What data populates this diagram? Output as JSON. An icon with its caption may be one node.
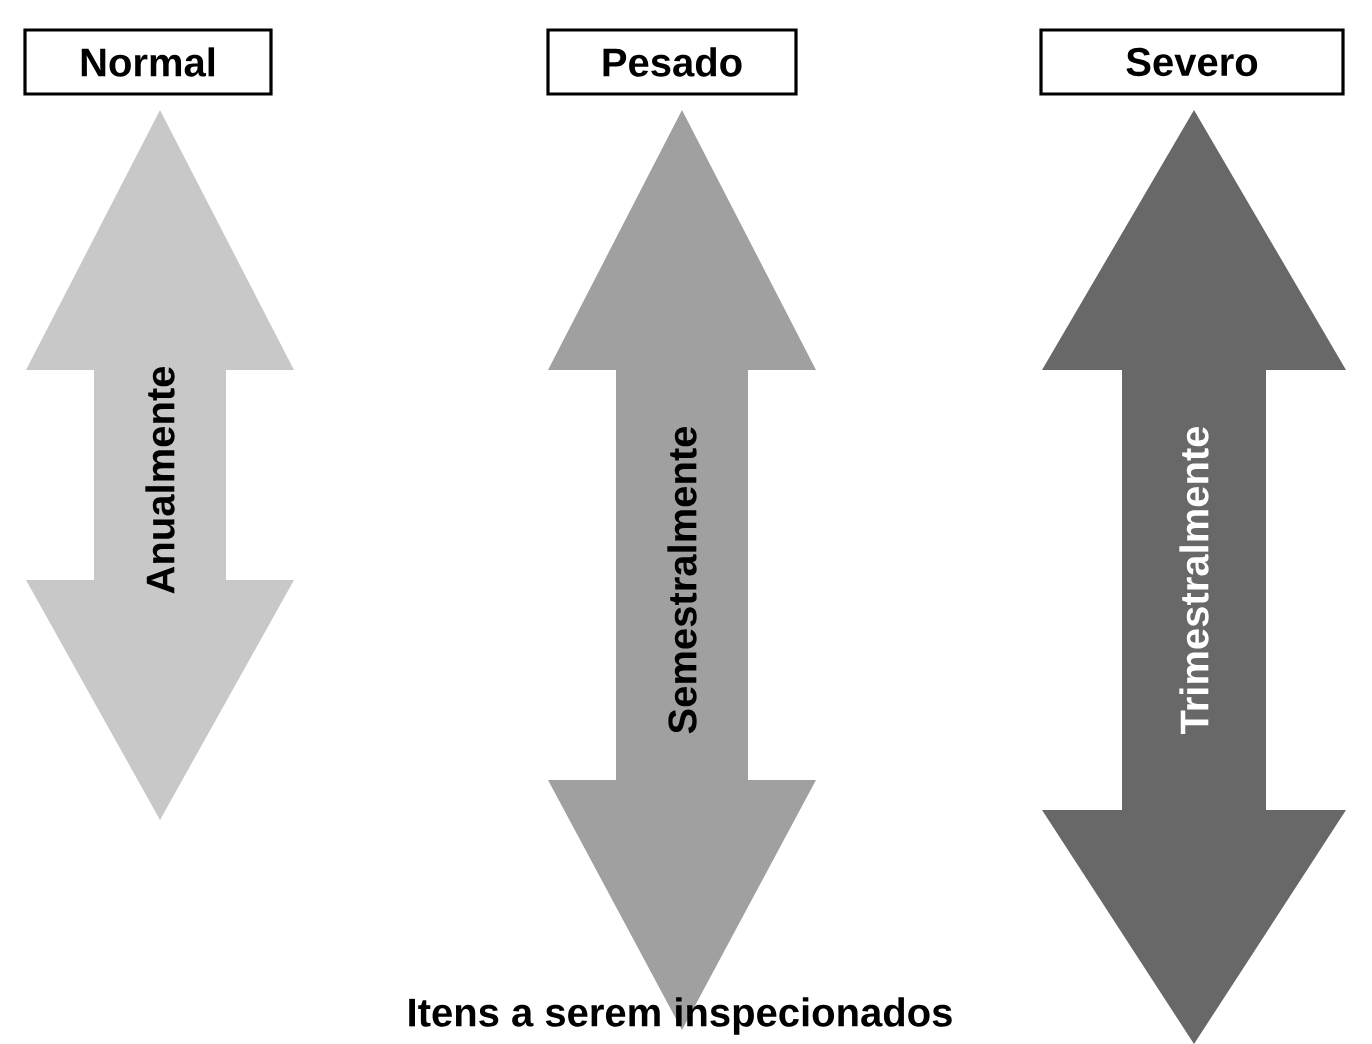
{
  "diagram": {
    "caption": "Itens a serem inspecionados",
    "nodes": [
      {
        "text": [
          "Normal"
        ]
      },
      {
        "text": [
          "Pesado"
        ]
      },
      {
        "text": [
          "Severo"
        ]
      },
      {
        "text": [
          "Anualmente"
        ]
      },
      {
        "text": [
          "Semestralmente"
        ]
      },
      {
        "text": [
          "Trimestralmente"
        ]
      }
    ],
    "edges": []
  }
}
